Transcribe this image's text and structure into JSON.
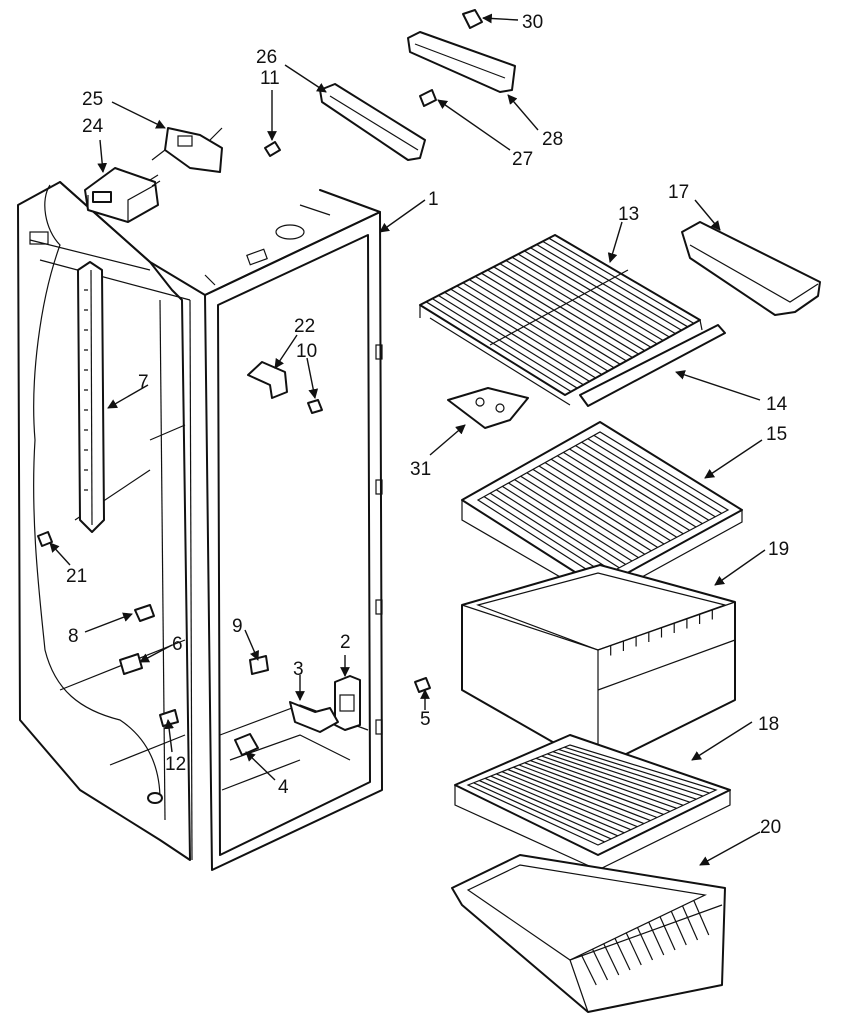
{
  "callouts": {
    "c1": "1",
    "c2": "2",
    "c3": "3",
    "c4": "4",
    "c5": "5",
    "c6": "6",
    "c7": "7",
    "c8": "8",
    "c9": "9",
    "c10": "10",
    "c11": "11",
    "c12": "12",
    "c13": "13",
    "c14": "14",
    "c15": "15",
    "c17": "17",
    "c18": "18",
    "c19": "19",
    "c20": "20",
    "c21": "21",
    "c22": "22",
    "c24": "24",
    "c25": "25",
    "c26": "26",
    "c27": "27",
    "c28": "28",
    "c30": "30",
    "c31": "31"
  }
}
